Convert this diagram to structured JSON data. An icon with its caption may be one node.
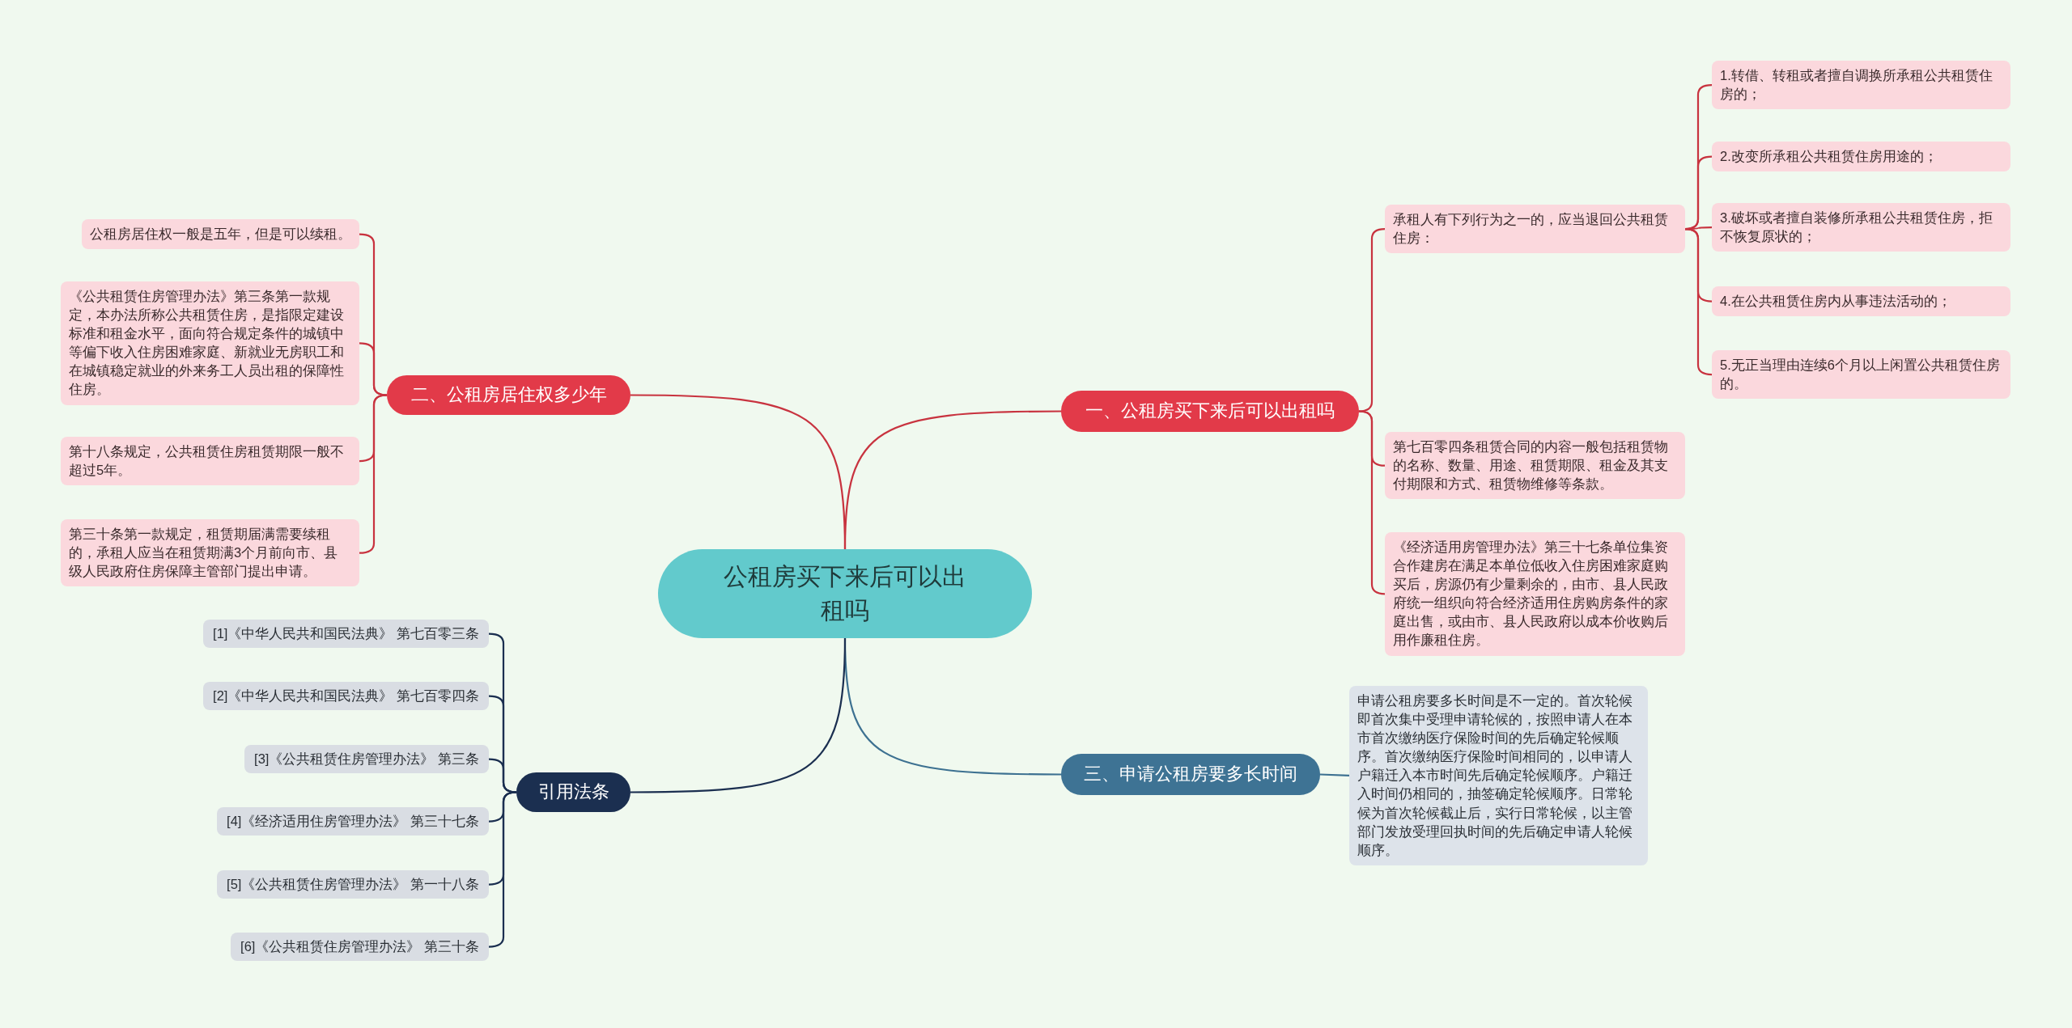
{
  "diagram": {
    "nodes": [
      {
        "text": [
          "公租房买下来后可以出租吗"
        ]
      },
      {
        "text": [
          "一、公租房买下来后可以出租吗"
        ]
      },
      {
        "text": [
          "承租人有下列行为之一的，应当退回公共租赁住房："
        ]
      },
      {
        "text": [
          "1.转借、转租或者擅自调换所承租公共租赁住房的；"
        ]
      },
      {
        "text": [
          "2.改变所承租公共租赁住房用途的；"
        ]
      },
      {
        "text": [
          "3.破坏或者擅自装修所承租公共租赁住房，拒不恢复原状的；"
        ]
      },
      {
        "text": [
          "4.在公共租赁住房内从事违法活动的；"
        ]
      },
      {
        "text": [
          "5.无正当理由连续6个月以上闲置公共租赁住房的。"
        ]
      },
      {
        "text": [
          "第七百零四条租赁合同的内容一般包括租赁物的名称、数量、用途、租赁期限、租金及其支付期限和方式、租赁物维修等条款。"
        ]
      },
      {
        "text": [
          "《经济适用房管理办法》第三十七条单位集资合作建房在满足本单位低收入住房困难家庭购买后，房源仍有少量剩余的，由市、县人民政府统一组织向符合经济适用住房购房条件的家庭出售，或由市、县人民政府以成本价收购后用作廉租住房。"
        ]
      },
      {
        "text": [
          "二、公租房居住权多少年"
        ]
      },
      {
        "text": [
          "公租房居住权一般是五年，但是可以续租。"
        ]
      },
      {
        "text": [
          "《公共租赁住房管理办法》第三条第一款规定，本办法所称公共租赁住房，是指限定建设标准和租金水平，面向符合规定条件的城镇中等偏下收入住房困难家庭、新就业无房职工和在城镇稳定就业的外来务工人员出租的保障性住房。"
        ]
      },
      {
        "text": [
          "第十八条规定，公共租赁住房租赁期限一般不超过5年。"
        ]
      },
      {
        "text": [
          "第三十条第一款规定，租赁期届满需要续租的，承租人应当在租赁期满3个月前向市、县级人民政府住房保障主管部门提出申请。"
        ]
      },
      {
        "text": [
          "三、申请公租房要多长时间"
        ]
      },
      {
        "text": [
          "申请公租房要多长时间是不一定的。首次轮候即首次集中受理申请轮候的，按照申请人在本市首次缴纳医疗保险时间的先后确定轮候顺序。首次缴纳医疗保险时间相同的，以申请人户籍迁入本市时间先后确定轮候顺序。户籍迁入时间仍相同的，抽签确定轮候顺序。日常轮候为首次轮候截止后，实行日常轮候，以主管部门发放受理回执时间的先后确定申请人轮候顺序。"
        ]
      },
      {
        "text": [
          "引用法条"
        ]
      },
      {
        "text": [
          "[1]《中华人民共和国民法典》 第七百零三条"
        ]
      },
      {
        "text": [
          "[2]《中华人民共和国民法典》 第七百零四条"
        ]
      },
      {
        "text": [
          "[3]《公共租赁住房管理办法》 第三条"
        ]
      },
      {
        "text": [
          "[4]《经济适用住房管理办法》 第三十七条"
        ]
      },
      {
        "text": [
          "[5]《公共租赁住房管理办法》 第一十八条"
        ]
      },
      {
        "text": [
          "[6]《公共租赁住房管理办法》 第三十条"
        ]
      }
    ],
    "edges": [
      {
        "from": 0,
        "to": 1,
        "arrow": "none"
      },
      {
        "from": 1,
        "to": 2,
        "arrow": "none"
      },
      {
        "from": 2,
        "to": 3,
        "arrow": "none"
      },
      {
        "from": 2,
        "to": 4,
        "arrow": "none"
      },
      {
        "from": 2,
        "to": 5,
        "arrow": "none"
      },
      {
        "from": 2,
        "to": 6,
        "arrow": "none"
      },
      {
        "from": 2,
        "to": 7,
        "arrow": "none"
      },
      {
        "from": 1,
        "to": 8,
        "arrow": "none"
      },
      {
        "from": 1,
        "to": 9,
        "arrow": "none"
      },
      {
        "from": 0,
        "to": 10,
        "arrow": "none"
      },
      {
        "from": 10,
        "to": 11,
        "arrow": "none"
      },
      {
        "from": 10,
        "to": 12,
        "arrow": "none"
      },
      {
        "from": 10,
        "to": 13,
        "arrow": "none"
      },
      {
        "from": 10,
        "to": 14,
        "arrow": "none"
      },
      {
        "from": 0,
        "to": 15,
        "arrow": "none",
        "color": "#3d7191"
      },
      {
        "from": 15,
        "to": 16,
        "arrow": "none",
        "color": "#3d7191"
      },
      {
        "from": 0,
        "to": 17,
        "arrow": "none",
        "color": "#1b2f50"
      },
      {
        "from": 17,
        "to": 18,
        "arrow": "none",
        "color": "#1b2f50"
      },
      {
        "from": 17,
        "to": 19,
        "arrow": "none",
        "color": "#1b2f50"
      },
      {
        "from": 17,
        "to": 20,
        "arrow": "none",
        "color": "#1b2f50"
      },
      {
        "from": 17,
        "to": 21,
        "arrow": "none",
        "color": "#1b2f50"
      },
      {
        "from": 17,
        "to": 22,
        "arrow": "none",
        "color": "#1b2f50"
      },
      {
        "from": 17,
        "to": 23,
        "arrow": "none",
        "color": "#1b2f50"
      }
    ]
  }
}
